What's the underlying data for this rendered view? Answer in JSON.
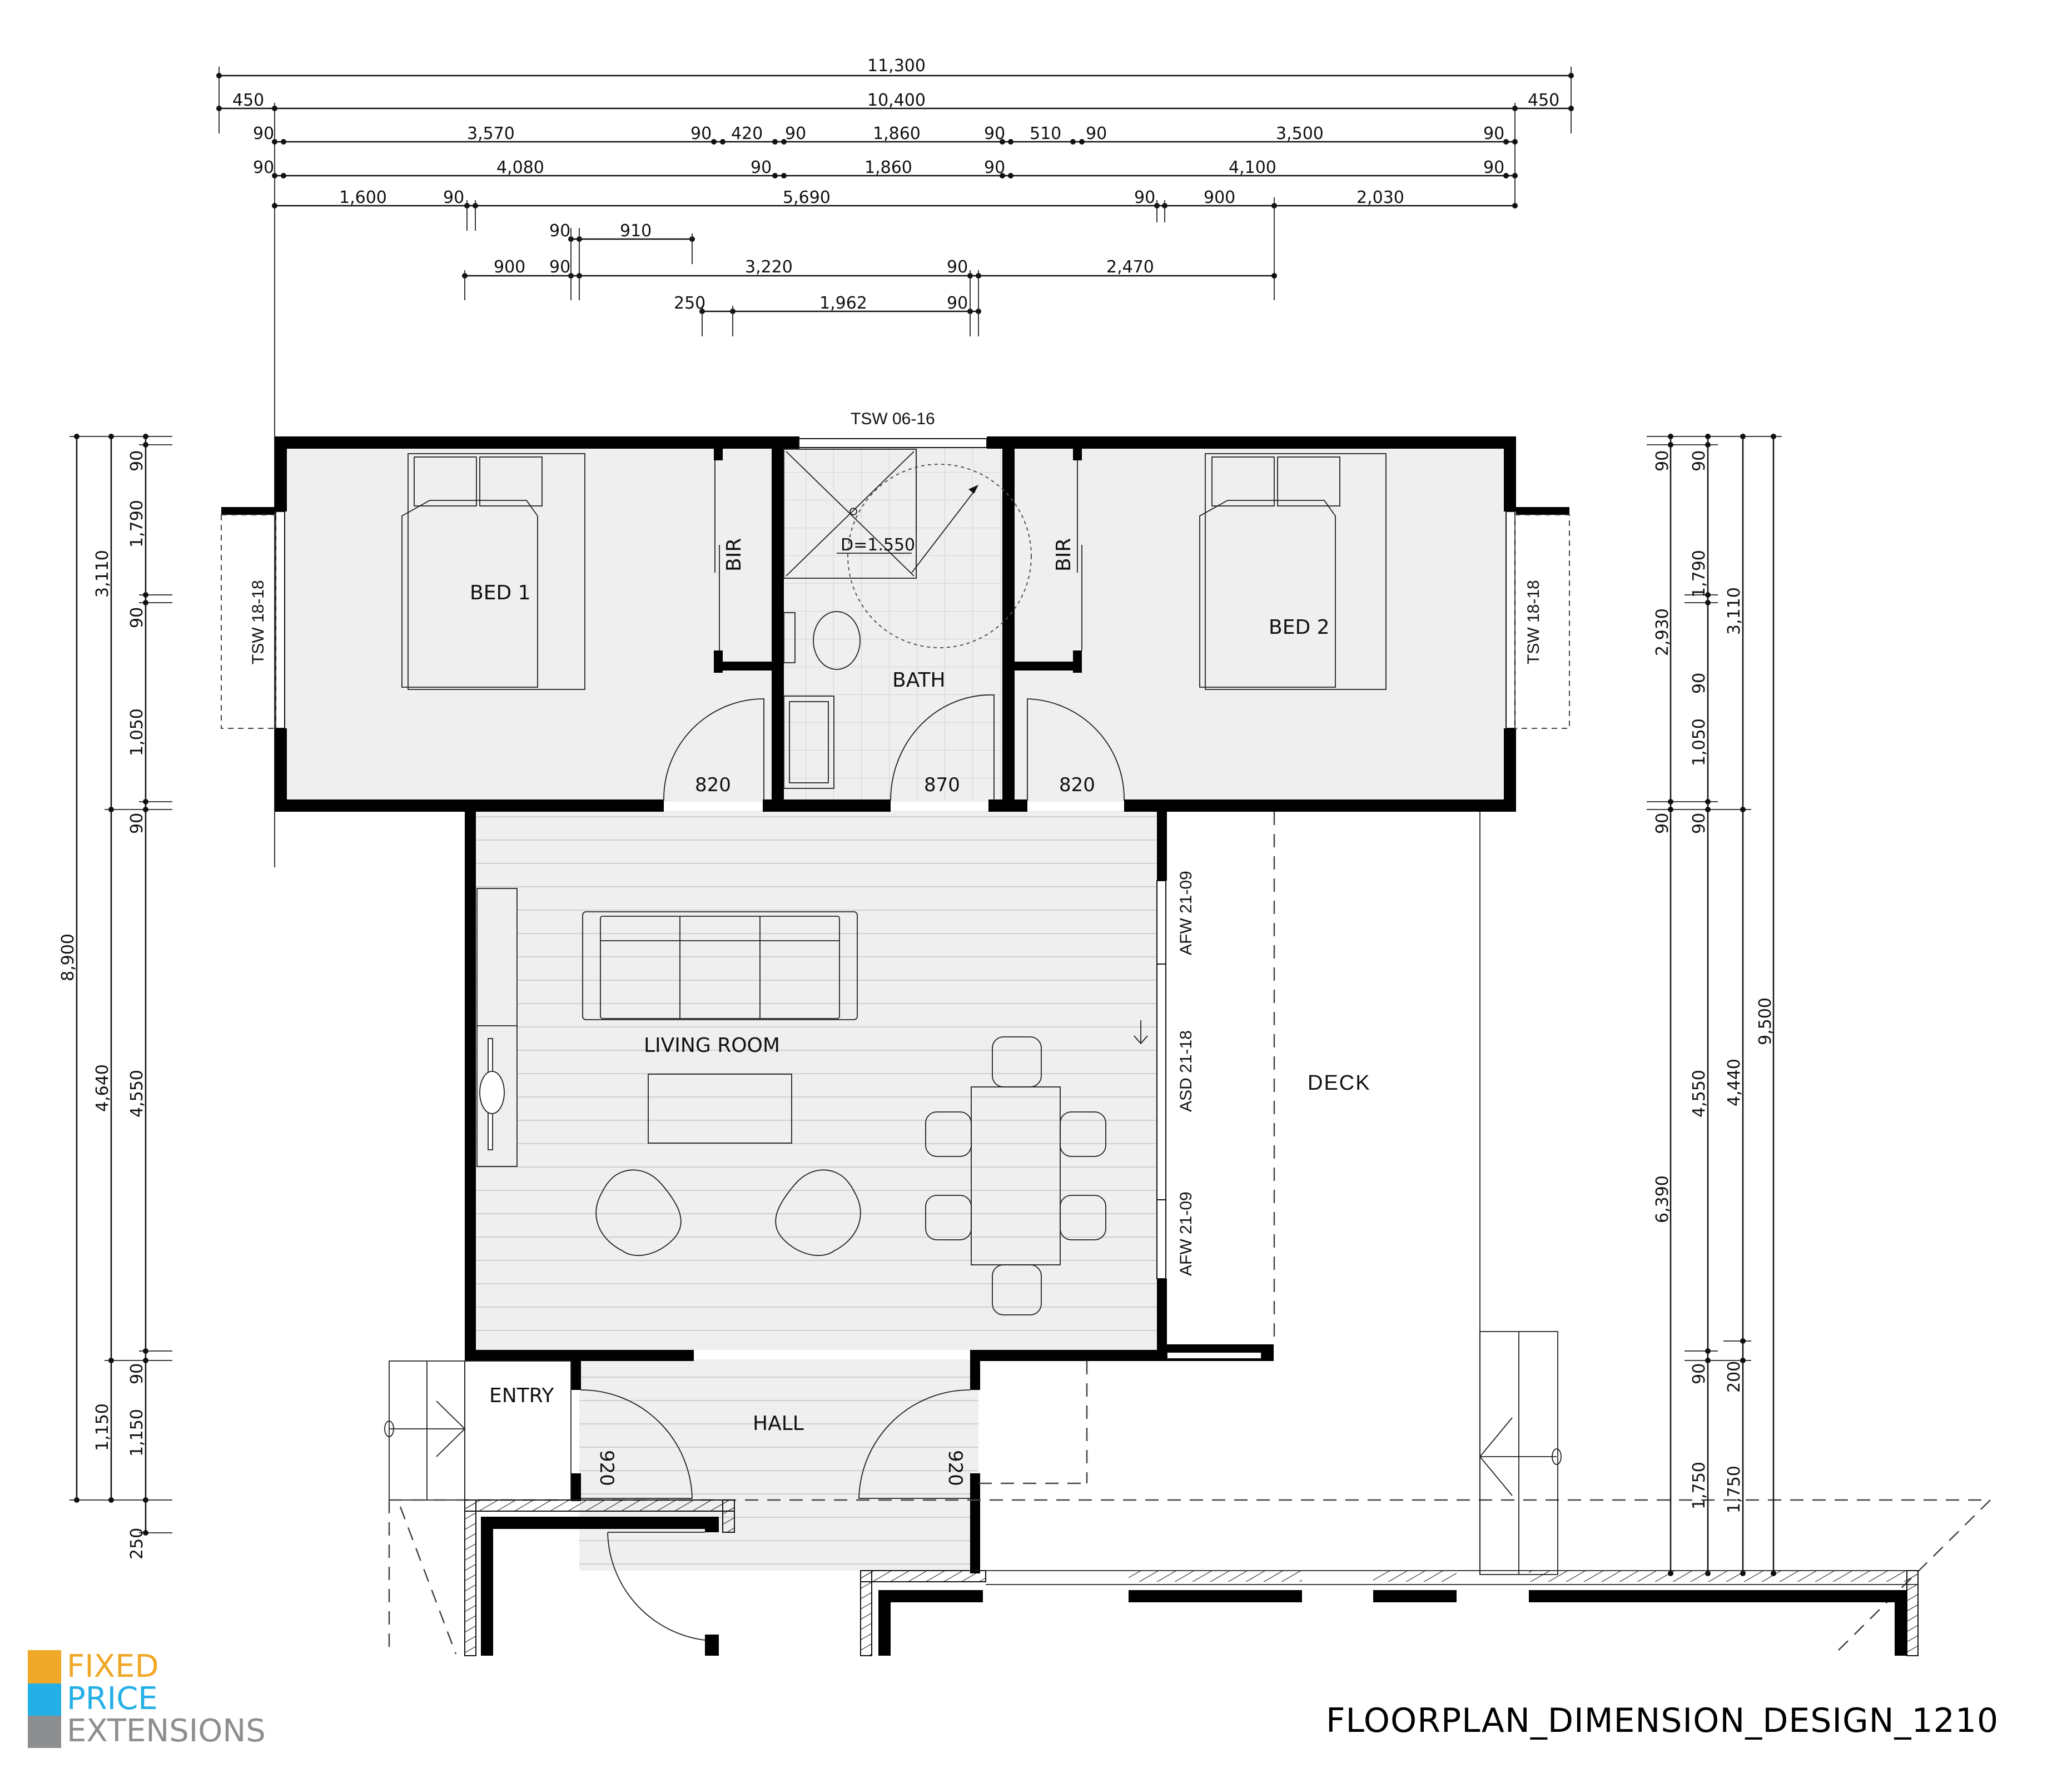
{
  "title": "FLOORPLAN_DIMENSION_DESIGN_1210",
  "logo": {
    "lines": [
      "FIXED",
      "PRICE",
      "EXTENSIONS"
    ],
    "colors": {
      "fixed": "#f0a828",
      "price": "#24b0e6",
      "extensions": "#8c8e90"
    }
  },
  "rooms": {
    "bed1": "BED 1",
    "bed2": "BED 2",
    "bath": "BATH",
    "bir_left": "BIR",
    "bir_right": "BIR",
    "living": "LIVING ROOM",
    "entry": "ENTRY",
    "hall": "HALL",
    "deck": "DECK"
  },
  "windows": {
    "bath_top": "TSW 06-16",
    "bed1_left": "TSW 18-18",
    "bed2_right": "TSW 18-18",
    "living_top": "AFW 21-09",
    "living_mid": "ASD 21-18",
    "living_bottom": "AFW 21-09"
  },
  "shower_turning_circle": "D=1.550",
  "doors": {
    "bed1": "820",
    "bath": "870",
    "bed2": "820",
    "hall_left": "920",
    "hall_right": "920"
  },
  "top_dimensions": {
    "row1": [
      "11,300"
    ],
    "row2": [
      "450",
      "10,400",
      "450"
    ],
    "row3": [
      "90",
      "3,570",
      "90",
      "420",
      "90",
      "1,860",
      "90",
      "510",
      "90",
      "3,500",
      "90"
    ],
    "row4": [
      "90",
      "4,080",
      "90",
      "1,860",
      "90",
      "4,100",
      "90"
    ],
    "row5": [
      "1,600",
      "90",
      "5,690",
      "90",
      "900",
      "2,030"
    ],
    "row6": [
      "90",
      "910"
    ],
    "row7": [
      "900",
      "90",
      "3,220",
      "90",
      "2,470"
    ],
    "row8": [
      "250",
      "1,962",
      "90"
    ]
  },
  "left_dimensions": {
    "outer": [
      "8,900"
    ],
    "middle": [
      "3,110",
      "4,640",
      "1,150"
    ],
    "inner": [
      "90",
      "1,790",
      "90",
      "1,050",
      "90",
      "4,550",
      "90",
      "1,150",
      "250"
    ]
  },
  "right_dimensions": {
    "col1": [
      "90",
      "2,930",
      "90",
      "6,390"
    ],
    "col2": [
      "90",
      "1,790",
      "90",
      "1,050",
      "90",
      "4,550",
      "90",
      "1,750"
    ],
    "col3": [
      "3,110",
      "4,440",
      "200",
      "1,750"
    ],
    "col4": [
      "9,500"
    ]
  }
}
